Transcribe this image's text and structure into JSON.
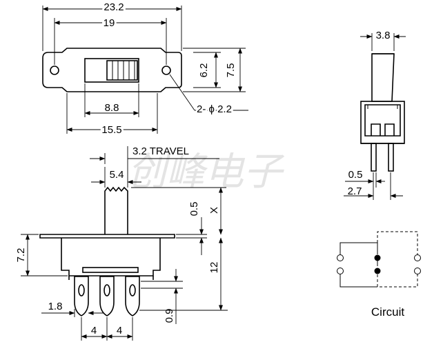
{
  "watermark": "创峰电子",
  "top_view": {
    "overall_width": "23.2",
    "hole_spacing": "19",
    "height_outer": "7.5",
    "height_inner": "6.2",
    "slot_width": "8.8",
    "body_width": "15.5",
    "holes": "2- ϕ 2.2"
  },
  "front_view": {
    "travel": "3.2 TRAVEL",
    "actuator_width": "5.4",
    "actuator_top_gap": "0.5",
    "actuator_height": "X",
    "body_height": "7.2",
    "terminal_length": "12",
    "terminal_width": "1.8",
    "terminal_thickness": "0.9",
    "pitch_left": "4",
    "pitch_right": "4"
  },
  "side_view": {
    "width": "3.8",
    "pin_thickness": "0.5",
    "pin_spacing": "2.7"
  },
  "circuit": {
    "label": "Circuit"
  }
}
